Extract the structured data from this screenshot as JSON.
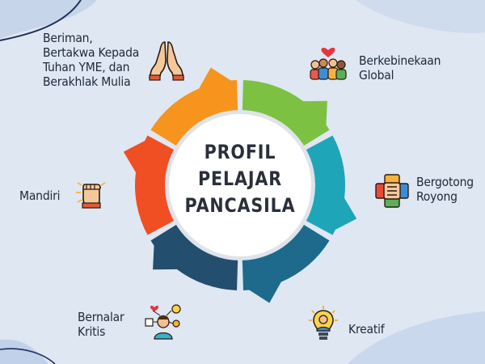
{
  "title_lines": [
    "PROFIL",
    "PELAJAR",
    "PANCASILA"
  ],
  "segments": [
    {
      "key": "beriman",
      "lines": [
        "Beriman,",
        "Bertakwa Kepada",
        "Tuhan YME, dan",
        "Berakhlak Mulia"
      ],
      "color": "#7cc142",
      "icon": "praying-hands-icon"
    },
    {
      "key": "global",
      "lines": [
        "Berkebinekaan",
        "Global"
      ],
      "color": "#1ea5b8",
      "icon": "diverse-people-icon"
    },
    {
      "key": "gotong",
      "lines": [
        "Bergotong",
        "Royong"
      ],
      "color": "#1d6a8c",
      "icon": "joined-hands-icon"
    },
    {
      "key": "kreatif",
      "lines": [
        "Kreatif"
      ],
      "color": "#234e6e",
      "icon": "lightbulb-person-icon"
    },
    {
      "key": "kritis",
      "lines": [
        "Bernalar",
        "Kritis"
      ],
      "color": "#f04e23",
      "icon": "thinking-person-icon"
    },
    {
      "key": "mandiri",
      "lines": [
        "Mandiri"
      ],
      "color": "#f7941d",
      "icon": "fist-icon"
    }
  ]
}
